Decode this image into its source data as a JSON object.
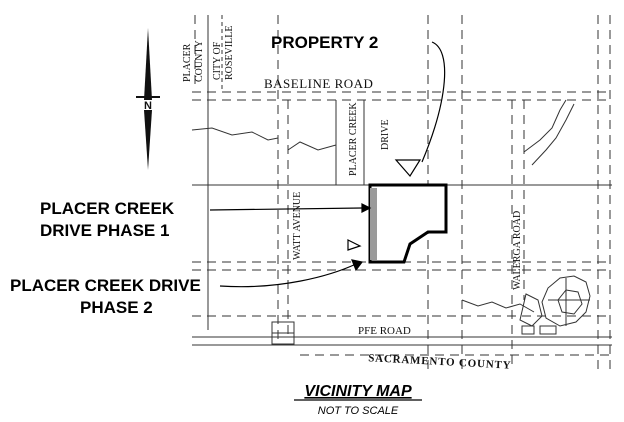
{
  "labels": {
    "property2": "PROPERTY 2",
    "pcd_phase1_line1": "PLACER CREEK",
    "pcd_phase1_line2": "DRIVE PHASE 1",
    "pcd_phase2_line1": "PLACER CREEK DRIVE",
    "pcd_phase2_line2": "PHASE 2",
    "placer_county_1": "PLACER",
    "placer_county_2": "COUNTY",
    "city_roseville_1": "CITY OF",
    "city_roseville_2": "ROSEVILLE",
    "baseline_road": "BASELINE ROAD",
    "placer_creek": "PLACER CREEK",
    "drive": "DRIVE",
    "watt_avenue": "WATT AVENUE",
    "walerga_road": "WALERGA ROAD",
    "pfe_road": "PFE ROAD",
    "sacramento_county": "SACRAMENTO COUNTY",
    "north": "N"
  },
  "title": {
    "main": "VICINITY MAP",
    "sub": "NOT TO SCALE"
  }
}
